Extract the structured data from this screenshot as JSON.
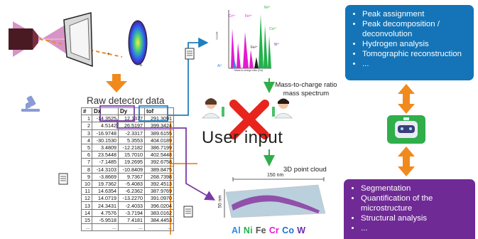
{
  "raw_detector_title": "Raw detector data",
  "table": {
    "headers": [
      "#",
      "Dx",
      "Dy",
      "tof"
    ],
    "rows": [
      [
        "1",
        "-14.3525",
        "12.1377",
        "291.3091"
      ],
      [
        "2",
        "4.5142",
        "26.5197",
        "399.3424"
      ],
      [
        "3",
        "-16.9748",
        "-2.3317",
        "389.6155"
      ],
      [
        "4",
        "-30.1530",
        "5.3553",
        "404.0189"
      ],
      [
        "5",
        "3.4809",
        "-12.2182",
        "386.7199"
      ],
      [
        "6",
        "23.5448",
        "15.7010",
        "402.5448"
      ],
      [
        "7",
        "-7.1485",
        "19.2695",
        "392.6758"
      ],
      [
        "8",
        "-14.3103",
        "-10.8409",
        "389.8475"
      ],
      [
        "9",
        "-3.8669",
        "9.7367",
        "268.7398"
      ],
      [
        "10",
        "19.7362",
        "-5.4083",
        "392.4513"
      ],
      [
        "11",
        "14.6354",
        "-6.2362",
        "387.9769"
      ],
      [
        "12",
        "14.0719",
        "-13.2270",
        "391.0970"
      ],
      [
        "13",
        "24.3431",
        "-2.4033",
        "396.0204"
      ],
      [
        "14",
        "4.7576",
        "-3.7194",
        "383.0162"
      ],
      [
        "15",
        "-5.9518",
        "7.4181",
        "384.4453"
      ],
      [
        "...",
        "...",
        "...",
        "..."
      ]
    ]
  },
  "mass_spectrum": {
    "caption_line1": "Mass-to-charge ratio",
    "caption_line2": "mass spectrum",
    "xlabel": "Mass-to-charge ratio (Da)",
    "ylabel": "Counts",
    "peak_labels": [
      "Cr³⁺",
      "Fe³⁺",
      "Ni³⁺",
      "Al⁺",
      "Co²⁺",
      "Fe²⁺",
      "W⁺"
    ]
  },
  "user_input": "User input",
  "point_cloud": {
    "caption": "3D point cloud",
    "scale_top": "150 nm",
    "scale_side": "55 nm"
  },
  "ml_tasks_top": [
    "Peak assignment",
    "Peak decomposition / deconvolution",
    "Hydrogen analysis",
    "Tomographic reconstruction",
    "..."
  ],
  "ml_tasks_bottom": [
    "Segmentation",
    "Quantification of the microstructure",
    "Structural analysis",
    "..."
  ],
  "elements": [
    {
      "symbol": "Al",
      "color": "#2e8be6"
    },
    {
      "symbol": "Ni",
      "color": "#22b14c"
    },
    {
      "symbol": "Fe",
      "color": "#555555"
    },
    {
      "symbol": "Cr",
      "color": "#e21bd0"
    },
    {
      "symbol": "Co",
      "color": "#1a6fd6"
    },
    {
      "symbol": "W",
      "color": "#6a2fb0"
    }
  ],
  "colors": {
    "blue_box": "#1474b7",
    "purple_box": "#6f2a96",
    "orange": "#f08a1c",
    "green": "#2fae4a",
    "red_cross": "#e8241c"
  }
}
